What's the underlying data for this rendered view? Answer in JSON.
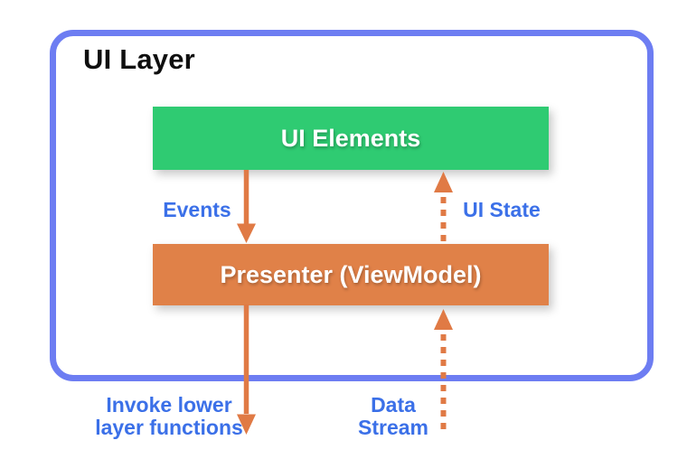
{
  "diagram": {
    "title": "UI Layer",
    "nodes": [
      {
        "id": "ui-elements",
        "label": "UI Elements",
        "color": "#2FCB72"
      },
      {
        "id": "presenter",
        "label": "Presenter (ViewModel)",
        "color": "#E08148"
      }
    ],
    "arrows": [
      {
        "id": "events",
        "label": "Events",
        "style": "solid",
        "direction": "down"
      },
      {
        "id": "ui-state",
        "label": "UI State",
        "style": "dashed",
        "direction": "up"
      },
      {
        "id": "invoke-lower",
        "label": "Invoke lower\nlayer functions",
        "style": "solid",
        "direction": "down"
      },
      {
        "id": "data-stream",
        "label": "Data\nStream",
        "style": "dashed",
        "direction": "up"
      }
    ],
    "colors": {
      "outer_border": "#6D7DF2",
      "ui_elements_box": "#2FCB72",
      "presenter_box": "#E08148",
      "arrow_orange": "#E07A45",
      "label_blue": "#3B70E8",
      "title_text": "#0F0F0F"
    }
  }
}
